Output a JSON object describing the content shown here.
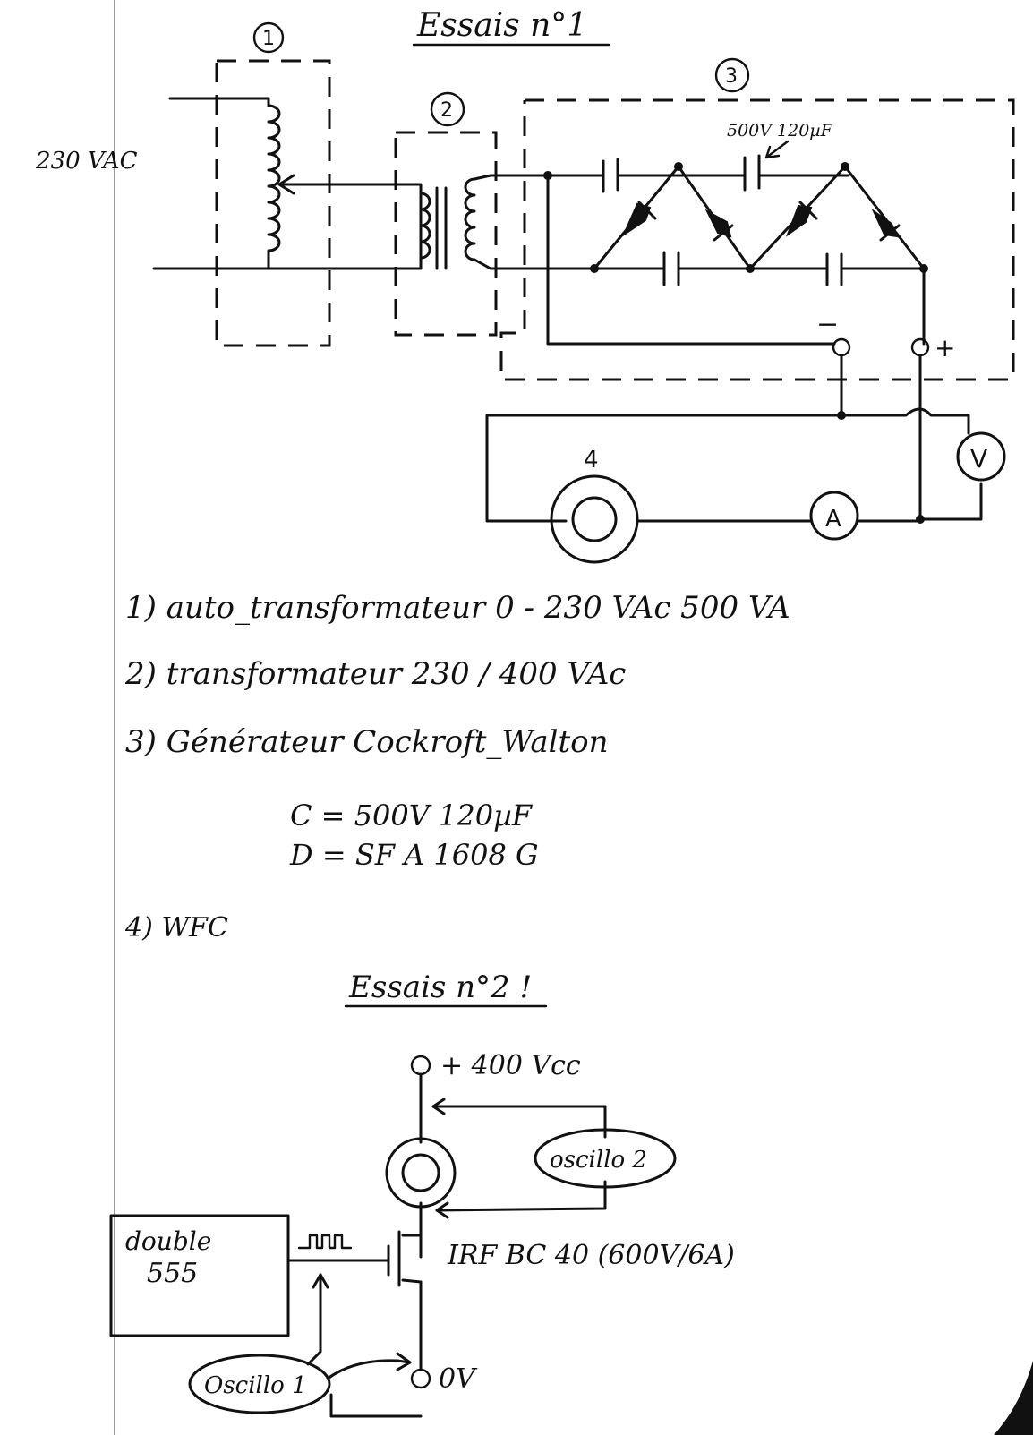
{
  "test1": {
    "title": "Essais n°1",
    "supply_label": "230 VAC",
    "block1_number": "1",
    "block2_number": "2",
    "block3_number": "3",
    "capacitor_rating": "500V 120µF",
    "minus_terminal": "−",
    "plus_terminal": "+",
    "load_number": "4",
    "voltmeter": "V",
    "ammeter": "A"
  },
  "legend": {
    "item1": "1) auto_transformateur 0 - 230 VAc 500 VA",
    "item2": "2) transformateur 230 / 400 VAc",
    "item3": "3) Générateur Cockroft_Walton",
    "cap_spec": "C = 500V 120µF",
    "diode_spec": "D = SF A 1608 G",
    "item4": "4) WFC"
  },
  "test2": {
    "title": "Essais n°2 !",
    "supply": "+ 400 Vcc",
    "ground": "0V",
    "driver_line1": "double",
    "driver_line2": "555",
    "mosfet": "IRF BC 40 (600V/6A)",
    "scope1": "Oscillo 1",
    "scope2": "oscillo 2"
  },
  "colors": {
    "ink": "#111111",
    "paper": "#ffffff"
  },
  "icons": [
    "inductor-coil-icon",
    "transformer-icon",
    "capacitor-icon",
    "diode-icon",
    "voltmeter-icon",
    "ammeter-icon",
    "wfc-cell-icon",
    "mosfet-icon",
    "pulse-train-icon"
  ]
}
